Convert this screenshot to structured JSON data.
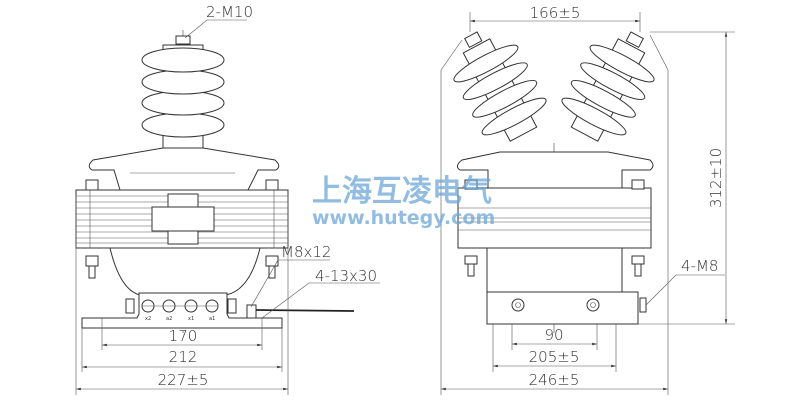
{
  "front_view": {
    "top_terminal_label": "2-M10",
    "ground_bolt_label": "M8x12",
    "mounting_slot_label": "4-13x30",
    "terminal_labels": [
      "x2",
      "a2",
      "x1",
      "a1"
    ],
    "dim_hole_spacing": "170",
    "dim_base_width": "212",
    "dim_overall_width": "227±5"
  },
  "side_view": {
    "terminal_spacing": "166±5",
    "overall_height": "312±10",
    "mounting_bolt_label": "4-M8",
    "dim_hole_spacing": "90",
    "dim_base_width": "205±5",
    "dim_overall_width": "246±5"
  },
  "watermark": {
    "company": "上海互凌电气",
    "url": "www.hutegy.com",
    "color": "#6ea8d8"
  }
}
